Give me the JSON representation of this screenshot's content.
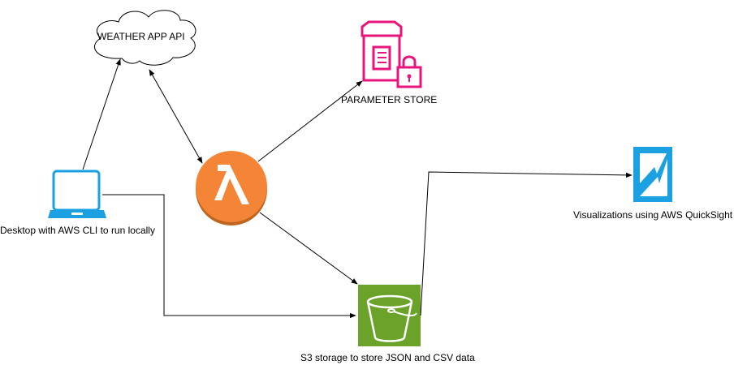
{
  "nodes": {
    "weather_api": {
      "label": "WEATHER APP API",
      "icon": "cloud-icon"
    },
    "parameter_store": {
      "label": "PARAMETER STORE",
      "icon": "parameter-store-icon"
    },
    "desktop": {
      "label": "Desktop with AWS CLI to run locally",
      "icon": "laptop-icon"
    },
    "lambda": {
      "icon": "lambda-icon"
    },
    "s3": {
      "label": "S3 storage to store JSON and CSV data",
      "icon": "s3-bucket-icon"
    },
    "quicksight": {
      "label": "Visualizations using AWS QuickSight",
      "icon": "quicksight-icon"
    }
  },
  "colors": {
    "parameter_store": "#E7157B",
    "laptop": "#1BA1E2",
    "lambda": "#F58536",
    "s3": "#6AA22A",
    "quicksight": "#1BA1E2",
    "edge": "#000000"
  }
}
